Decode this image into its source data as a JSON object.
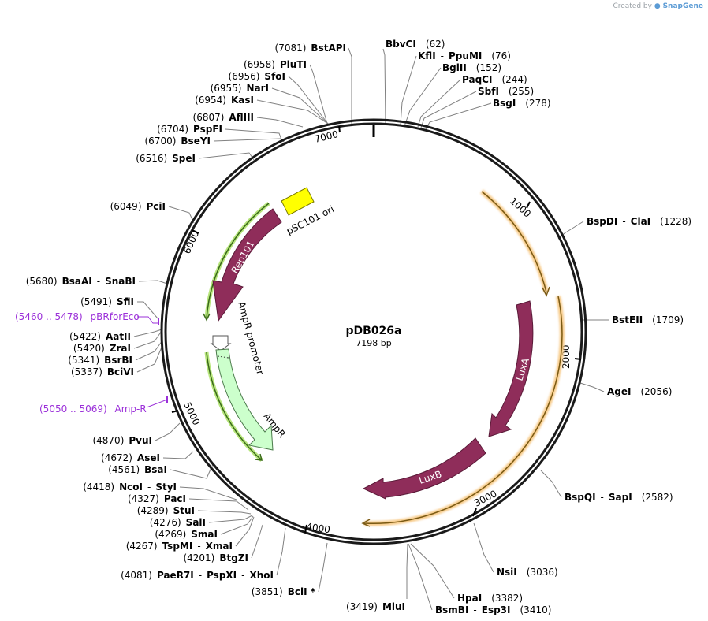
{
  "credit": {
    "prefix": "Created by",
    "brand": "SnapGene"
  },
  "plasmid": {
    "name": "pDB026a",
    "length": "7198 bp"
  },
  "ticks": [
    "1000",
    "2000",
    "3000",
    "4000",
    "5000",
    "6000",
    "7000"
  ],
  "features": {
    "ori": "pSC101 ori",
    "rep": "Rep101",
    "ampr_promoter": "AmpR promoter",
    "ampr": "AmpR",
    "luxa": "LuxA",
    "luxb": "LuxB"
  },
  "primers": [
    {
      "range": "(5460 .. 5478)",
      "name": "pBRforEco"
    },
    {
      "range": "(5050 .. 5069)",
      "name": "Amp-R"
    }
  ],
  "sites_left": [
    {
      "pos": "(7081)",
      "names": [
        "BstAPI"
      ]
    },
    {
      "pos": "(6958)",
      "names": [
        "PluTI"
      ]
    },
    {
      "pos": "(6956)",
      "names": [
        "SfoI"
      ]
    },
    {
      "pos": "(6955)",
      "names": [
        "NarI"
      ]
    },
    {
      "pos": "(6954)",
      "names": [
        "KasI"
      ]
    },
    {
      "pos": "(6807)",
      "names": [
        "AflIII"
      ]
    },
    {
      "pos": "(6704)",
      "names": [
        "PspFI"
      ]
    },
    {
      "pos": "(6700)",
      "names": [
        "BseYI"
      ]
    },
    {
      "pos": "(6516)",
      "names": [
        "SpeI"
      ]
    },
    {
      "pos": "(6049)",
      "names": [
        "PciI"
      ]
    },
    {
      "pos": "(5680)",
      "names": [
        "BsaAI",
        "SnaBI"
      ]
    },
    {
      "pos": "(5491)",
      "names": [
        "SfiI"
      ]
    },
    {
      "pos": "(5422)",
      "names": [
        "AatII"
      ]
    },
    {
      "pos": "(5420)",
      "names": [
        "ZraI"
      ]
    },
    {
      "pos": "(5341)",
      "names": [
        "BsrBI"
      ]
    },
    {
      "pos": "(5337)",
      "names": [
        "BciVI"
      ]
    },
    {
      "pos": "(4870)",
      "names": [
        "PvuI"
      ]
    },
    {
      "pos": "(4672)",
      "names": [
        "AseI"
      ]
    },
    {
      "pos": "(4561)",
      "names": [
        "BsaI"
      ]
    },
    {
      "pos": "(4418)",
      "names": [
        "NcoI",
        "StyI"
      ]
    },
    {
      "pos": "(4327)",
      "names": [
        "PacI"
      ]
    },
    {
      "pos": "(4289)",
      "names": [
        "StuI"
      ]
    },
    {
      "pos": "(4276)",
      "names": [
        "SalI"
      ]
    },
    {
      "pos": "(4269)",
      "names": [
        "SmaI"
      ]
    },
    {
      "pos": "(4267)",
      "names": [
        "TspMI",
        "XmaI"
      ]
    },
    {
      "pos": "(4201)",
      "names": [
        "BtgZI"
      ]
    },
    {
      "pos": "(4081)",
      "names": [
        "PaeR7I",
        "PspXI",
        "XhoI"
      ]
    },
    {
      "pos": "(3851)",
      "names": [
        "BclI *"
      ]
    }
  ],
  "sites_right": [
    {
      "names": [
        "BbvCI"
      ],
      "pos": "(62)"
    },
    {
      "names": [
        "KflI",
        "PpuMI"
      ],
      "pos": "(76)"
    },
    {
      "names": [
        "BglII"
      ],
      "pos": "(152)"
    },
    {
      "names": [
        "PaqCI"
      ],
      "pos": "(244)"
    },
    {
      "names": [
        "SbfI"
      ],
      "pos": "(255)"
    },
    {
      "names": [
        "BsgI"
      ],
      "pos": "(278)"
    },
    {
      "names": [
        "BspDI",
        "ClaI"
      ],
      "pos": "(1228)"
    },
    {
      "names": [
        "BstEII"
      ],
      "pos": "(1709)"
    },
    {
      "names": [
        "AgeI"
      ],
      "pos": "(2056)"
    },
    {
      "names": [
        "BspQI",
        "SapI"
      ],
      "pos": "(2582)"
    },
    {
      "names": [
        "NsiI"
      ],
      "pos": "(3036)"
    },
    {
      "names": [
        "HpaI"
      ],
      "pos": "(3382)"
    },
    {
      "names": [
        "BsmBI",
        "Esp3I"
      ],
      "pos": "(3410)"
    }
  ],
  "site_bottom": {
    "pos": "(3419)",
    "names": [
      "MluI"
    ]
  }
}
